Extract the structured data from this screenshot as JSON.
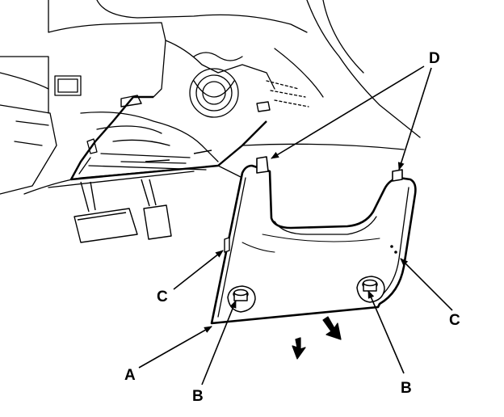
{
  "figure": {
    "ink_color": "#000000",
    "background_color": "#ffffff"
  },
  "callouts": {
    "a": "A",
    "b_left": "B",
    "b_right": "B",
    "c_left": "C",
    "c_right": "C",
    "d": "D"
  }
}
